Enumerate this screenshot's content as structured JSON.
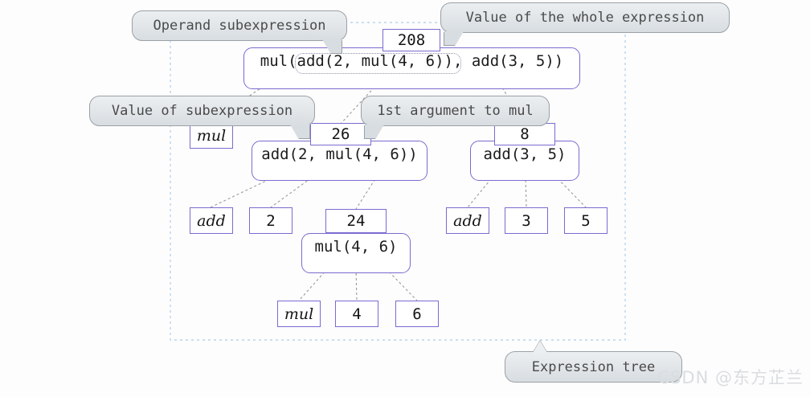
{
  "diagram": {
    "title": "Expression tree",
    "colors": {
      "node_border": "#7a6bd0",
      "node_fill": "#ffffff",
      "callout_fill": "#e2e6e9",
      "callout_border": "#9aa0a6",
      "connector": "#9a9a9a",
      "container_border": "#b9d4ee",
      "watermark": "#d9dde1"
    },
    "container_label": "Expression tree"
  },
  "callouts": [
    {
      "id": "operand-subexpression",
      "label": "Operand subexpression",
      "tail": "down-right"
    },
    {
      "id": "value-whole-expression",
      "label": "Value of the whole expression",
      "tail": "down-left"
    },
    {
      "id": "value-subexpression",
      "label": "Value of subexpression",
      "tail": "down-right"
    },
    {
      "id": "first-argument-to-mul",
      "label": "1st argument to mul",
      "tail": "down-left"
    },
    {
      "id": "expression-tree",
      "label": "Expression tree",
      "tail": "up"
    }
  ],
  "nodes": {
    "root": {
      "expression": "mul(add(2, mul(4, 6)), add(3, 5))",
      "value": "208",
      "highlight": "add(2, mul(4, 6))"
    },
    "left_subtree": {
      "expression": "add(2, mul(4, 6))",
      "value": "26"
    },
    "right_subtree": {
      "expression": "add(3, 5)",
      "value": "8"
    },
    "inner_subtree": {
      "expression": "mul(4, 6)",
      "value": "24"
    }
  },
  "leaves": {
    "root_operator": "mul",
    "left_operator": "add",
    "left_arg_1": "2",
    "right_operator": "add",
    "right_arg_1": "3",
    "right_arg_2": "5",
    "inner_operator": "mul",
    "inner_arg_1": "4",
    "inner_arg_2": "6"
  },
  "watermark": {
    "text": "CSDN @东方芷兰"
  }
}
